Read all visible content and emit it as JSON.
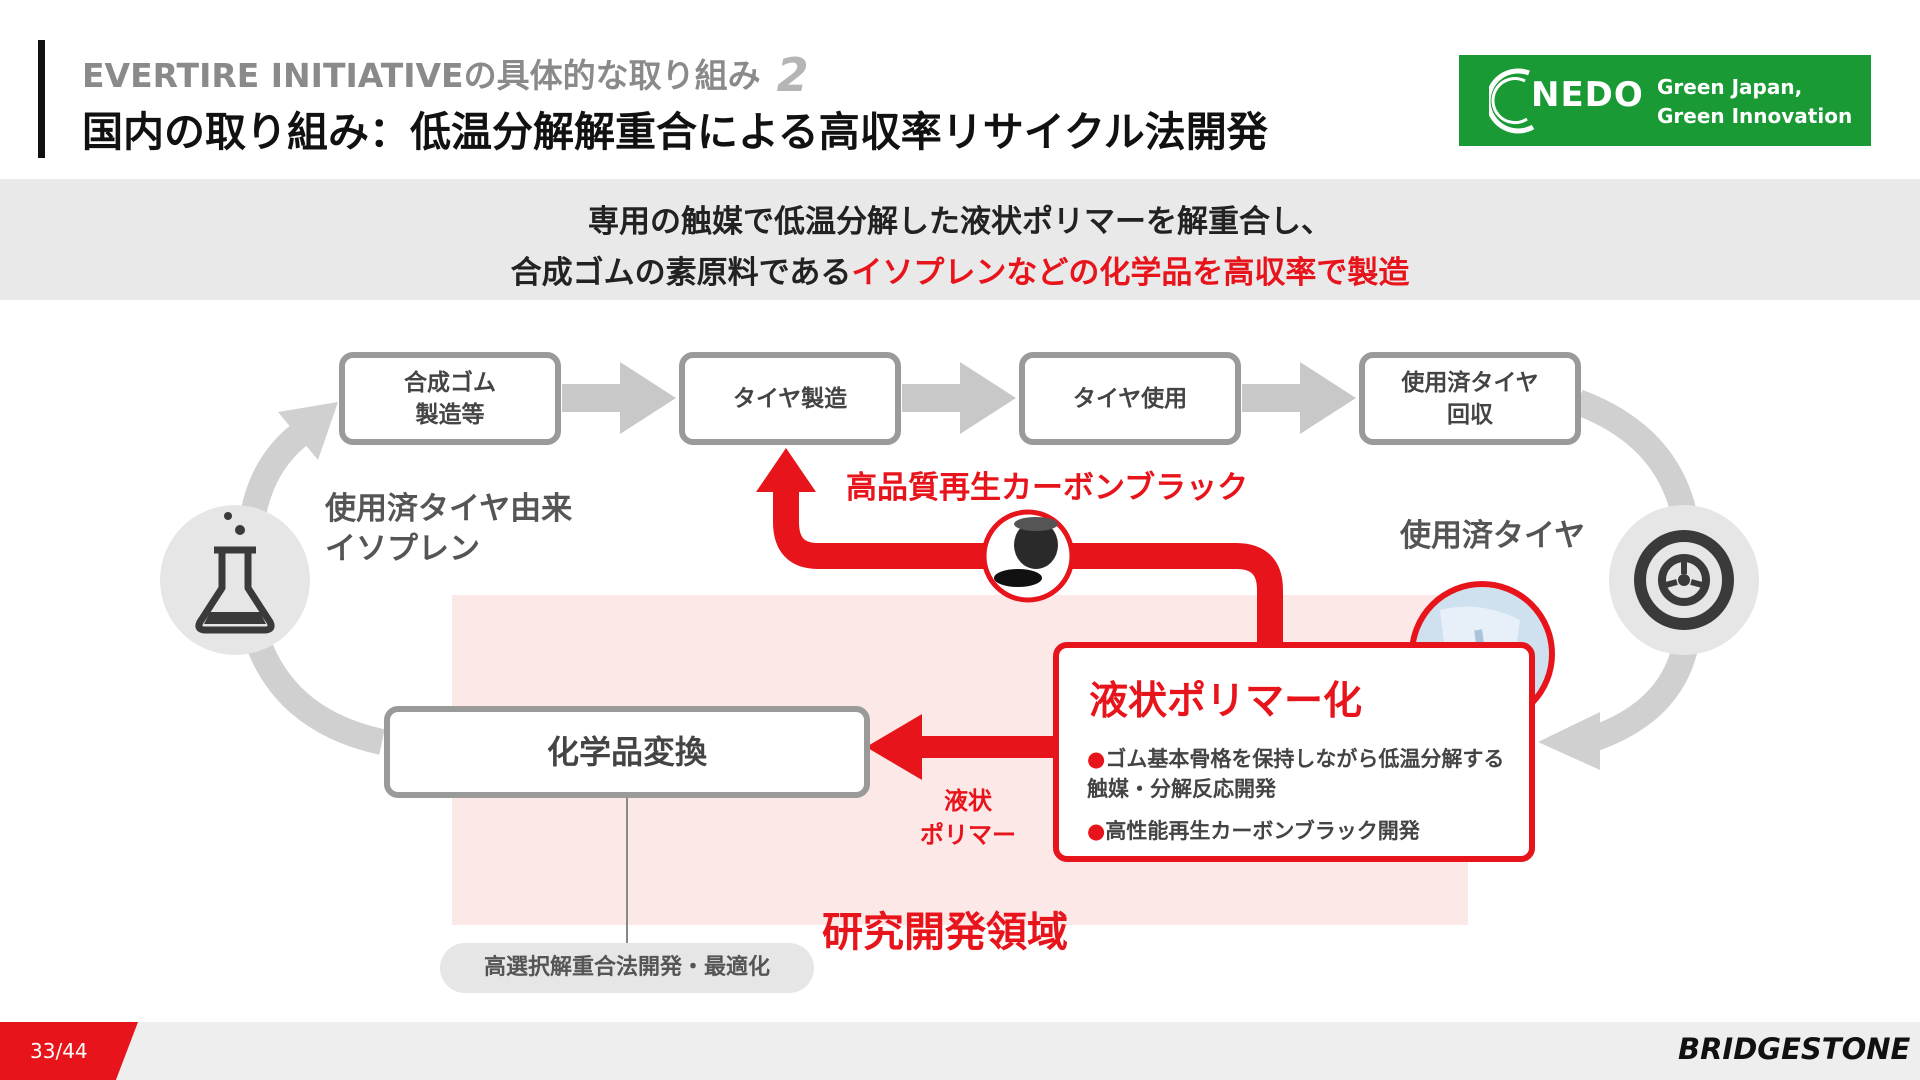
{
  "header": {
    "subtitle": "EVERTIRE INITIATIVEの具体的な取り組み",
    "subtitle_number": "2",
    "title": "国内の取り組み：低温分解解重合による高収率リサイクル法開発"
  },
  "logo": {
    "name": "NEDO",
    "tagline_line1": "Green Japan,",
    "tagline_line2": "Green Innovation"
  },
  "summary": {
    "line1": "専用の触媒で低温分解した液状ポリマーを解重合し、",
    "line2_plain": "合成ゴムの素原料である",
    "line2_highlight": "イソプレンなどの化学品を高収率で製造"
  },
  "cycle": {
    "steps": [
      "合成ゴム\n製造等",
      "タイヤ製造",
      "タイヤ使用",
      "使用済タイヤ\n回収"
    ],
    "left_label": "使用済タイヤ由来\nイソプレン",
    "right_label": "使用済タイヤ",
    "carbon_label": "高品質再生カーボンブラック",
    "chem_box": "化学品変換",
    "liquid_label": "液状\nポリマー",
    "research_label": "研究開発領域",
    "pill": "高選択解重合法開発・最適化"
  },
  "polymer_box": {
    "title": "液状ポリマー化",
    "items": [
      "ゴム基本骨格を保持しながら低温分解する触媒・分解反応開発",
      "高性能再生カーボンブラック開発"
    ]
  },
  "footer": {
    "page": "33/44",
    "brand": "BRIDGESTONE"
  },
  "colors": {
    "accent": "#e8141c",
    "nedo_green": "#1a9a34",
    "gray": "#9a9a9a"
  }
}
